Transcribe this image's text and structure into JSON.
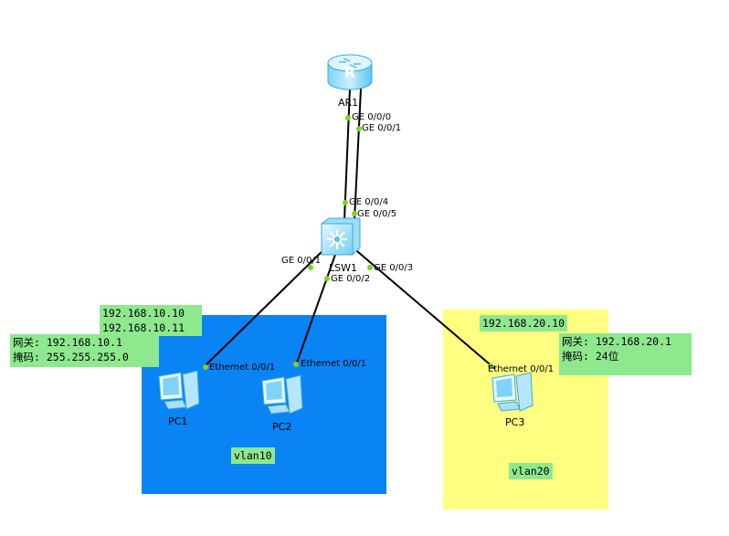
{
  "devices": {
    "router": "AR1",
    "switch": "LSW1",
    "pc1": "PC1",
    "pc2": "PC2",
    "pc3": "PC3"
  },
  "ports": {
    "ar1_ge000": "GE 0/0/0",
    "ar1_ge001": "GE 0/0/1",
    "sw_ge004": "GE 0/0/4",
    "sw_ge005": "GE 0/0/5",
    "sw_ge001": "GE 0/0/1",
    "sw_ge002": "GE 0/0/2",
    "sw_ge003": "GE 0/0/3",
    "pc1_eth": "Ethernet 0/0/1",
    "pc2_eth": "Ethernet 0/0/1",
    "pc3_eth": "Ethernet 0/0/1"
  },
  "notes": {
    "vlan10_ips": [
      "192.168.10.10",
      "192.168.10.11"
    ],
    "vlan10_gateway": [
      "网关: 192.168.10.1",
      "掩码: 255.255.255.0"
    ],
    "vlan20_ip": "192.168.20.10",
    "vlan20_gateway": [
      "网关: 192.168.20.1",
      "掩码: 24位"
    ]
  },
  "zones": {
    "vlan10": "vlan10",
    "vlan20": "vlan20"
  },
  "colors": {
    "vlan10_fill": "#0a83f5",
    "vlan20_fill": "#fefe80",
    "note_fill": "#8ee88e",
    "port_dot": "#7ed321",
    "link": "#000000"
  }
}
